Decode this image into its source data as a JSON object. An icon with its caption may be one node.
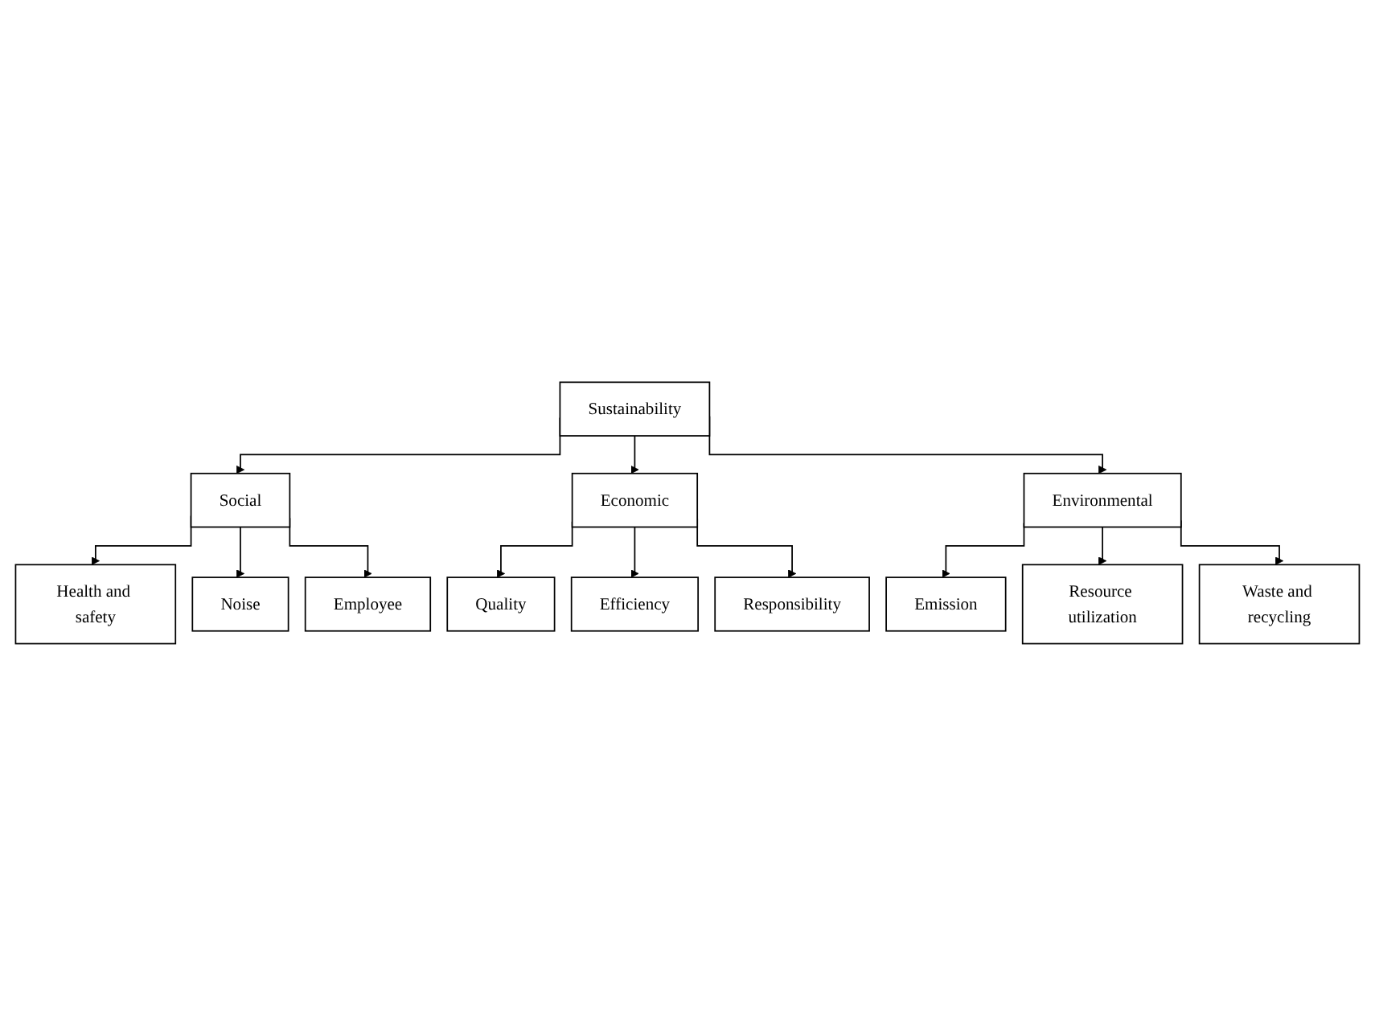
{
  "diagram": {
    "nodes": [
      {
        "text": [
          "Sustainability"
        ]
      },
      {
        "text": [
          "Social"
        ]
      },
      {
        "text": [
          "Economic"
        ]
      },
      {
        "text": [
          "Environmental"
        ]
      },
      {
        "text": [
          "Health and safety"
        ]
      },
      {
        "text": [
          "Noise"
        ]
      },
      {
        "text": [
          "Employee"
        ]
      },
      {
        "text": [
          "Quality"
        ]
      },
      {
        "text": [
          "Efficiency"
        ]
      },
      {
        "text": [
          "Responsibility"
        ]
      },
      {
        "text": [
          "Emission"
        ]
      },
      {
        "text": [
          "Resource utilization"
        ]
      },
      {
        "text": [
          "Waste and recycling"
        ]
      }
    ],
    "edges": [
      {
        "from": 0,
        "to": 1,
        "arrow": "to"
      },
      {
        "from": 0,
        "to": 2,
        "arrow": "to"
      },
      {
        "from": 0,
        "to": 3,
        "arrow": "to"
      },
      {
        "from": 1,
        "to": 4,
        "arrow": "to"
      },
      {
        "from": 1,
        "to": 5,
        "arrow": "to"
      },
      {
        "from": 1,
        "to": 6,
        "arrow": "to"
      },
      {
        "from": 2,
        "to": 7,
        "arrow": "to"
      },
      {
        "from": 2,
        "to": 8,
        "arrow": "to"
      },
      {
        "from": 2,
        "to": 9,
        "arrow": "to"
      },
      {
        "from": 3,
        "to": 10,
        "arrow": "to"
      },
      {
        "from": 3,
        "to": 11,
        "arrow": "to"
      },
      {
        "from": 3,
        "to": 12,
        "arrow": "to"
      }
    ]
  }
}
